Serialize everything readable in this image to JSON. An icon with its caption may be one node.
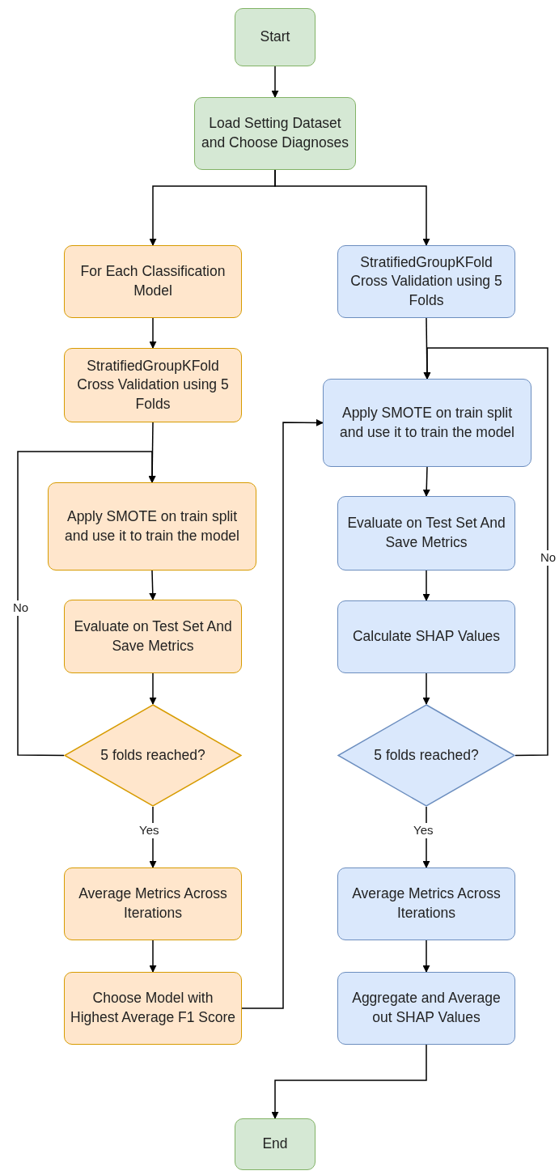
{
  "diagram": {
    "nodes": [
      {
        "text": [
          "Start"
        ]
      },
      {
        "text": [
          "Load Setting Dataset and Choose Diagnoses"
        ]
      },
      {
        "text": [
          "For Each Classification Model"
        ]
      },
      {
        "text": [
          "StratifiedGroupKFold Cross Validation using 5 Folds"
        ]
      },
      {
        "text": [
          "Apply SMOTE on train split and use it to train the model"
        ]
      },
      {
        "text": [
          "Evaluate on Test Set And Save Metrics"
        ]
      },
      {
        "text": [
          "5 folds reached?"
        ]
      },
      {
        "text": [
          "Average Metrics Across Iterations"
        ]
      },
      {
        "text": [
          "Choose Model with Highest Average F1 Score"
        ]
      },
      {
        "text": [
          "StratifiedGroupKFold Cross Validation using 5 Folds"
        ]
      },
      {
        "text": [
          "Apply SMOTE on train split and use it to train the model"
        ]
      },
      {
        "text": [
          "Evaluate on Test Set And Save Metrics"
        ]
      },
      {
        "text": [
          "Calculate SHAP Values"
        ]
      },
      {
        "text": [
          "5 folds reached?"
        ]
      },
      {
        "text": [
          "Average Metrics Across Iterations"
        ]
      },
      {
        "text": [
          "Aggregate and Average out SHAP Values"
        ]
      },
      {
        "text": [
          "End"
        ]
      }
    ],
    "edges": [
      {
        "from": 0,
        "to": 1,
        "arrow": "to"
      },
      {
        "from": 1,
        "to": 2,
        "arrow": "to"
      },
      {
        "from": 1,
        "to": 9,
        "arrow": "to"
      },
      {
        "from": 2,
        "to": 3,
        "arrow": "to"
      },
      {
        "from": 3,
        "to": 4,
        "arrow": "to"
      },
      {
        "from": 4,
        "to": 5,
        "arrow": "to"
      },
      {
        "from": 5,
        "to": 6,
        "arrow": "to"
      },
      {
        "from": 6,
        "to": 4,
        "arrow": "to",
        "label": "No"
      },
      {
        "from": 6,
        "to": 7,
        "arrow": "to",
        "label": "Yes"
      },
      {
        "from": 7,
        "to": 8,
        "arrow": "to"
      },
      {
        "from": 8,
        "to": 10,
        "arrow": "to"
      },
      {
        "from": 9,
        "to": 10,
        "arrow": "to"
      },
      {
        "from": 10,
        "to": 11,
        "arrow": "to"
      },
      {
        "from": 11,
        "to": 12,
        "arrow": "to"
      },
      {
        "from": 12,
        "to": 13,
        "arrow": "to"
      },
      {
        "from": 13,
        "to": 10,
        "arrow": "to",
        "label": "No"
      },
      {
        "from": 13,
        "to": 14,
        "arrow": "to",
        "label": "Yes"
      },
      {
        "from": 14,
        "to": 15,
        "arrow": "to"
      },
      {
        "from": 15,
        "to": 16,
        "arrow": "to"
      }
    ]
  }
}
